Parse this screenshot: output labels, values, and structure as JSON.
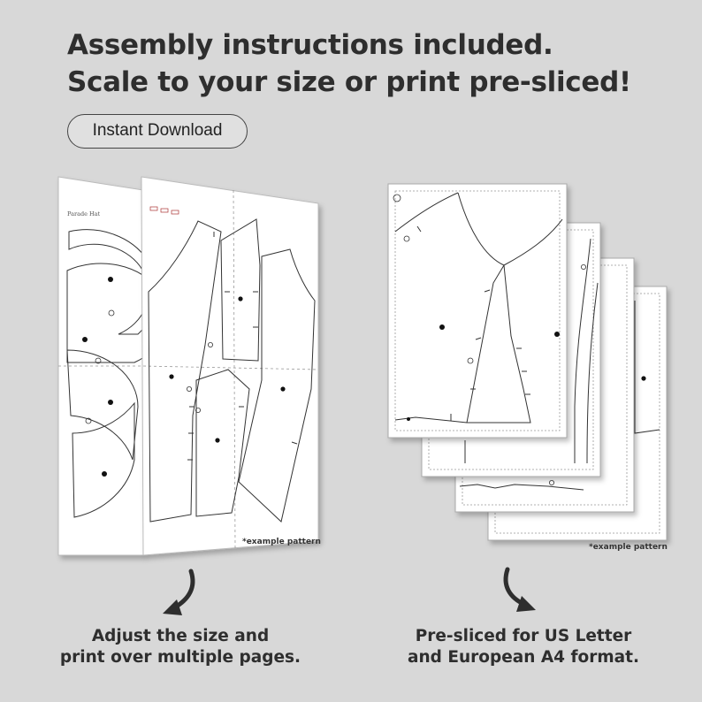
{
  "headline": {
    "line1": "Assembly instructions included.",
    "line2": "Scale to your size or print pre-sliced!"
  },
  "badge": {
    "label": "Instant Download"
  },
  "left_panel": {
    "sheet_title": "Parade Hat",
    "note": "*example pattern",
    "caption_line1": "Adjust the size and",
    "caption_line2": "print over multiple pages."
  },
  "right_panel": {
    "note": "*example pattern",
    "caption_line1": "Pre-sliced for US Letter",
    "caption_line2": "and European A4 format."
  },
  "icons": {
    "left_arrow": "curved-arrow-down-left-icon",
    "right_arrow": "curved-arrow-down-right-icon"
  },
  "colors": {
    "background": "#d8d8d8",
    "text": "#2e2e2e",
    "paper": "#ffffff",
    "line": "#333333"
  }
}
